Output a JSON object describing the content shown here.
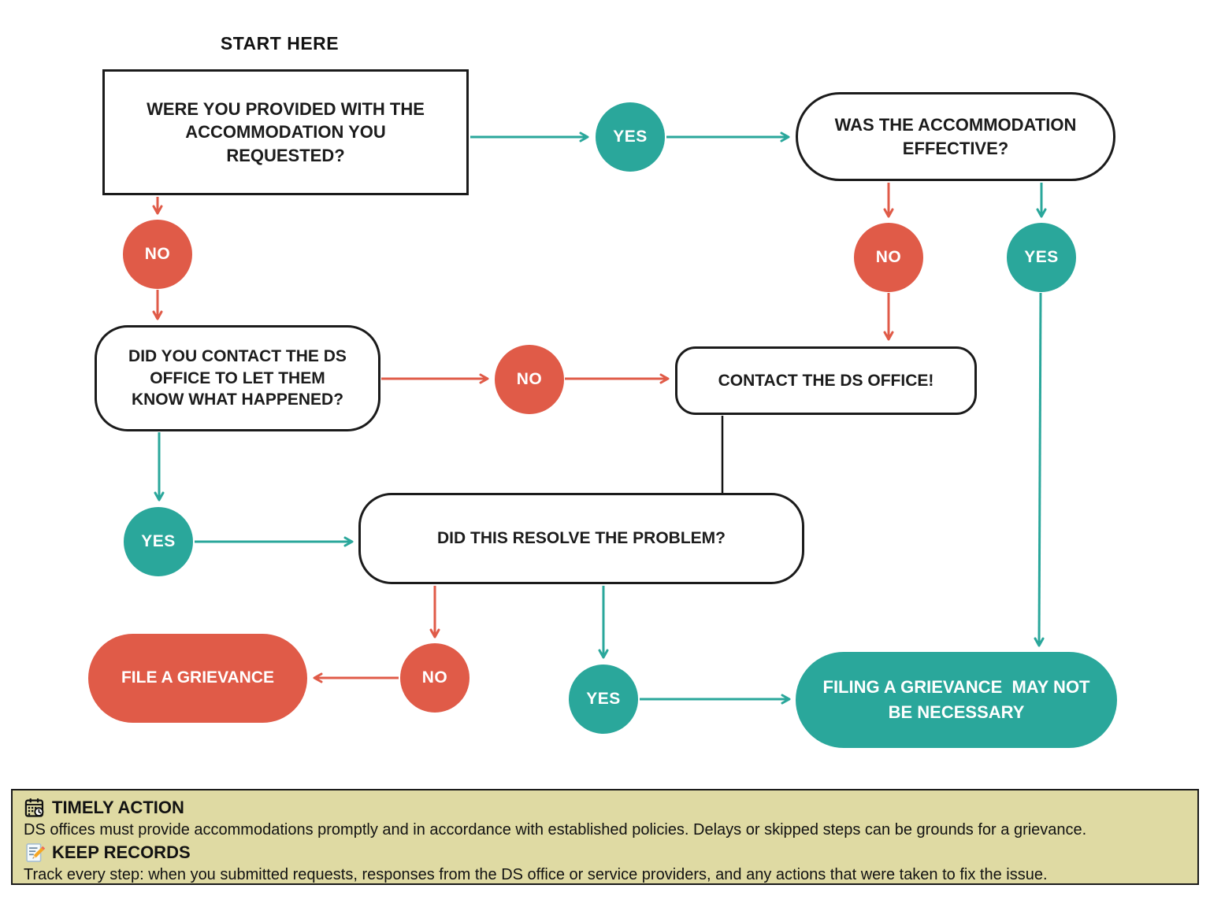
{
  "flowchart": {
    "start_label": "START HERE"
  },
  "labels": {
    "yes": "YES",
    "no": "NO"
  },
  "nodes": {
    "q_provided": "WERE YOU PROVIDED WITH THE ACCOMMODATION YOU REQUESTED?",
    "q_effective": "WAS THE ACCOMMODATION EFFECTIVE?",
    "q_contacted": "DID YOU CONTACT THE DS OFFICE TO LET THEM KNOW WHAT HAPPENED?",
    "a_contact": "CONTACT THE DS OFFICE!",
    "q_resolved": "DID THIS RESOLVE THE PROBLEM?",
    "r_file": "FILE A GRIEVANCE",
    "r_filing_line1": "FILING A GRIEVANCE  MAY NOT",
    "r_filing_line2": "BE NECESSARY"
  },
  "banner": {
    "timely_title": "TIMELY ACTION",
    "timely_text": "DS offices must provide accommodations promptly and in accordance with established policies. Delays or skipped steps can be grounds for a grievance.",
    "records_title": "KEEP RECORDS",
    "records_text": "Track every step: when you submitted requests, responses from the DS office or service providers, and any actions that were taken to fix the issue.",
    "timely_icon": "calendar-clock-icon",
    "records_icon": "memo-pencil-icon"
  },
  "colors": {
    "teal": "#2aa79b",
    "red": "#e05b48",
    "line_black": "#141414",
    "banner_bg": "#dfdaa3"
  }
}
